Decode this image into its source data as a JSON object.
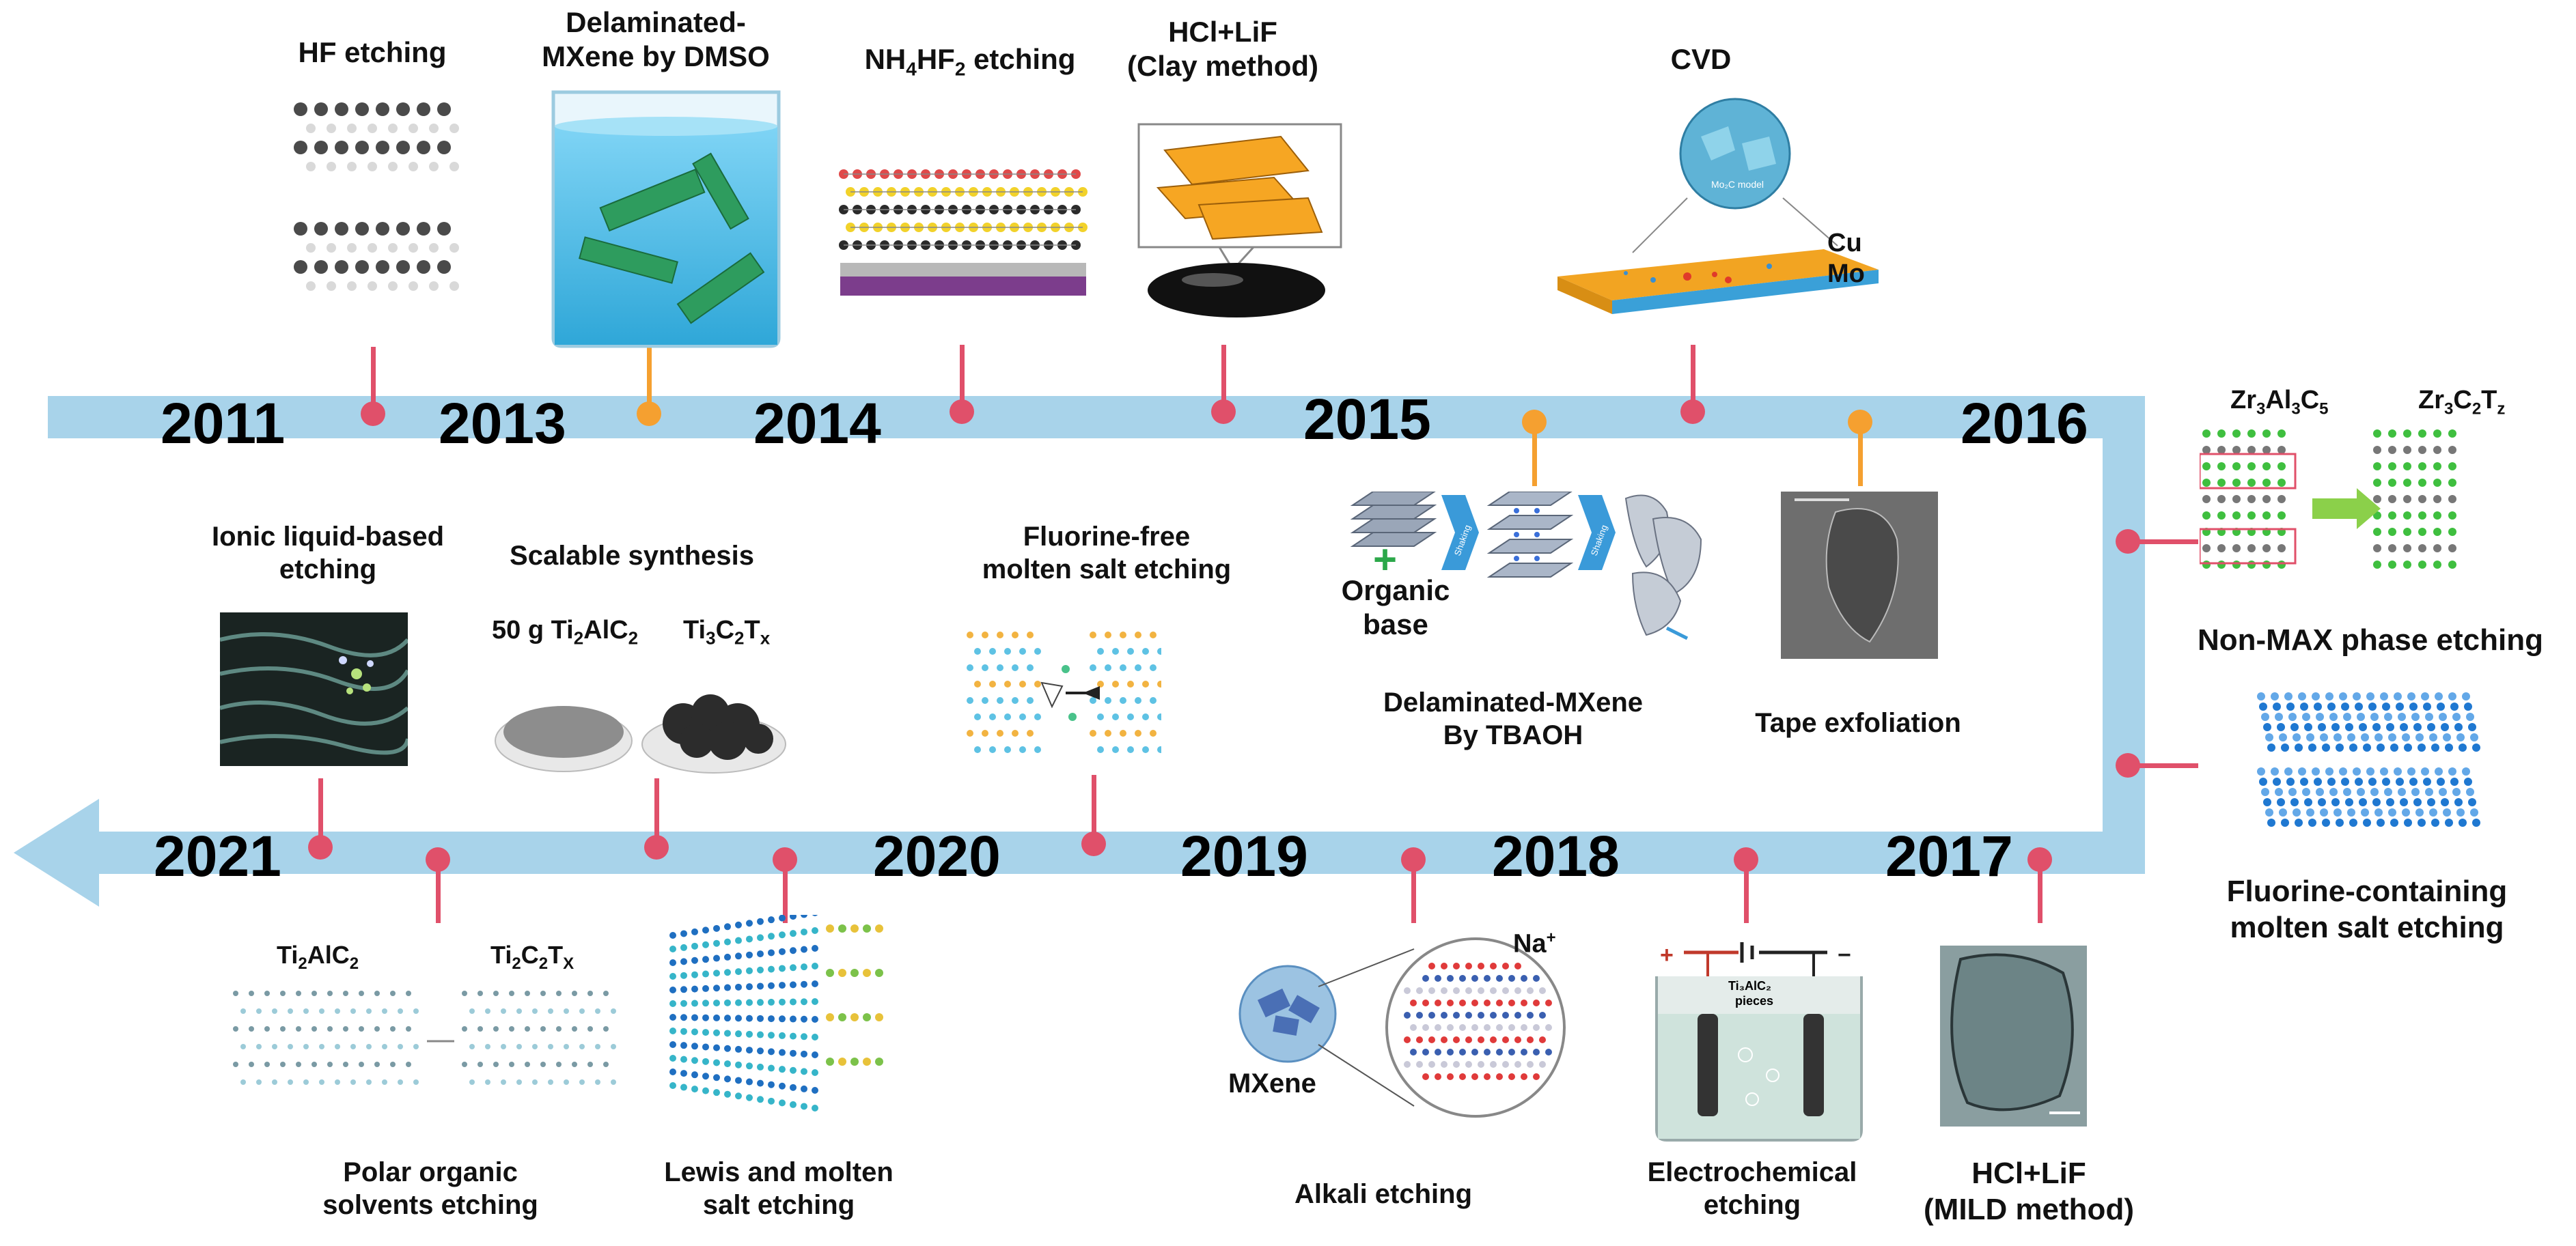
{
  "years": {
    "y2011": "2011",
    "y2013": "2013",
    "y2014": "2014",
    "y2015": "2015",
    "y2016": "2016",
    "y2017": "2017",
    "y2018": "2018",
    "y2019": "2019",
    "y2020": "2020",
    "y2021": "2021"
  },
  "top_labels": {
    "hf": "HF etching",
    "dmso_1": "Delaminated-",
    "dmso_2": "MXene by DMSO",
    "nh4hf2_a": "NH",
    "nh4hf2_b": "4",
    "nh4hf2_c": "HF",
    "nh4hf2_d": "2",
    "nh4hf2_e": " etching",
    "clay_1": "HCl+LiF",
    "clay_2": "(Clay method)",
    "cvd": "CVD",
    "cu": "Cu",
    "mo": "Mo",
    "mo2c": "Mo₂C model"
  },
  "middle_labels": {
    "organic_1": "Organic",
    "organic_2": "base",
    "tbaoh_1": "Delaminated-MXene",
    "tbaoh_2": "By TBAOH",
    "tape": "Tape exfoliation",
    "ionic_1": "Ionic liquid-based",
    "ionic_2": "etching",
    "scalable": "Scalable synthesis",
    "g50": "50 g Ti",
    "g50_s1": "2",
    "g50_b": "AlC",
    "g50_s2": "2",
    "ti3c2_a": "Ti",
    "ti3c2_s1": "3",
    "ti3c2_b": "C",
    "ti3c2_s2": "2",
    "ti3c2_c": "T",
    "ti3c2_s3": "x",
    "ffree_1": "Fluorine-free",
    "ffree_2": "molten salt etching",
    "shaking": "Shaking"
  },
  "right_labels": {
    "zr_a_1": "Zr",
    "zr_a_s1": "3",
    "zr_a_2": "Al",
    "zr_a_s2": "3",
    "zr_a_3": "C",
    "zr_a_s3": "5",
    "zr_b_1": "Zr",
    "zr_b_s1": "3",
    "zr_b_2": "C",
    "zr_b_s2": "2",
    "zr_b_3": "T",
    "zr_b_s3": "z",
    "nonmax": "Non-MAX phase etching",
    "fcont_1": "Fluorine-containing",
    "fcont_2": "molten salt etching"
  },
  "bottom_labels": {
    "ti2alc2_a": "Ti",
    "ti2alc2_s1": "2",
    "ti2alc2_b": "AlC",
    "ti2alc2_s2": "2",
    "ti2c2_a": "Ti",
    "ti2c2_s1": "2",
    "ti2c2_b": "C",
    "ti2c2_s2": "2",
    "ti2c2_c": "T",
    "ti2c2_s3": "X",
    "polar_1": "Polar organic",
    "polar_2": "solvents etching",
    "lewis_1": "Lewis and molten",
    "lewis_2": "salt etching",
    "mxene": "MXene",
    "na": "Na",
    "na_sup": "+",
    "alkali": "Alkali etching",
    "ti3alc2_pieces_1": "Ti₃AlC₂",
    "ti3alc2_pieces_2": "pieces",
    "electro_1": "Electrochemical",
    "electro_2": "etching",
    "mild_1": "HCl+LiF",
    "mild_2": "(MILD method)"
  },
  "colors": {
    "band": "#a8d3ea",
    "pink_marker": "#e0506a",
    "orange_marker": "#f5a030"
  }
}
